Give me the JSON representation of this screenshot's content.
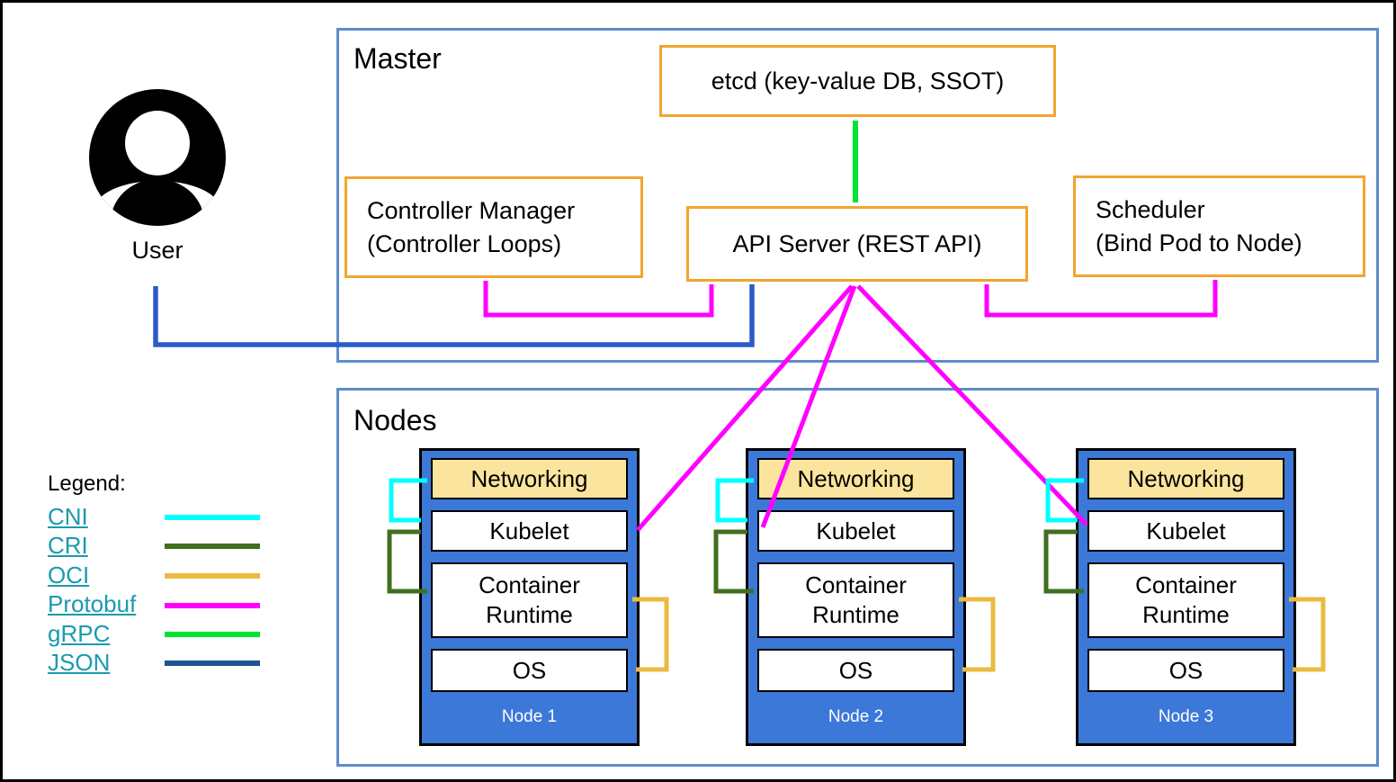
{
  "colors": {
    "cni": "#00ffff",
    "cri": "#40701f",
    "oci": "#e9bb41",
    "protobuf": "#ff00ff",
    "grpc": "#00e432",
    "json": "#1d5294",
    "user-arrow": "#2a5cc8",
    "section-border": "#5e8cc9",
    "component-border": "#f2a52d",
    "node-fill": "#3c78d8",
    "networking-fill": "#fbe49d",
    "link": "#1b9aaf"
  },
  "master": {
    "title": "Master",
    "etcd_label": "etcd (key-value DB, SSOT)",
    "controller_manager": {
      "line1": "Controller Manager",
      "line2": "(Controller Loops)"
    },
    "api_server_label": "API Server (REST API)",
    "scheduler": {
      "line1": "Scheduler",
      "line2": "(Bind Pod to Node)"
    }
  },
  "user": {
    "label": "User"
  },
  "nodes_section": {
    "title": "Nodes",
    "layers": {
      "networking": "Networking",
      "kubelet": "Kubelet",
      "container_runtime": "Container Runtime",
      "os": "OS"
    },
    "nodes": [
      {
        "label": "Node 1"
      },
      {
        "label": "Node 2"
      },
      {
        "label": "Node 3"
      }
    ]
  },
  "legend": {
    "title": "Legend:",
    "items": [
      {
        "label": "CNI"
      },
      {
        "label": "CRI"
      },
      {
        "label": "OCI"
      },
      {
        "label": "Protobuf"
      },
      {
        "label": "gRPC"
      },
      {
        "label": "JSON"
      }
    ]
  }
}
